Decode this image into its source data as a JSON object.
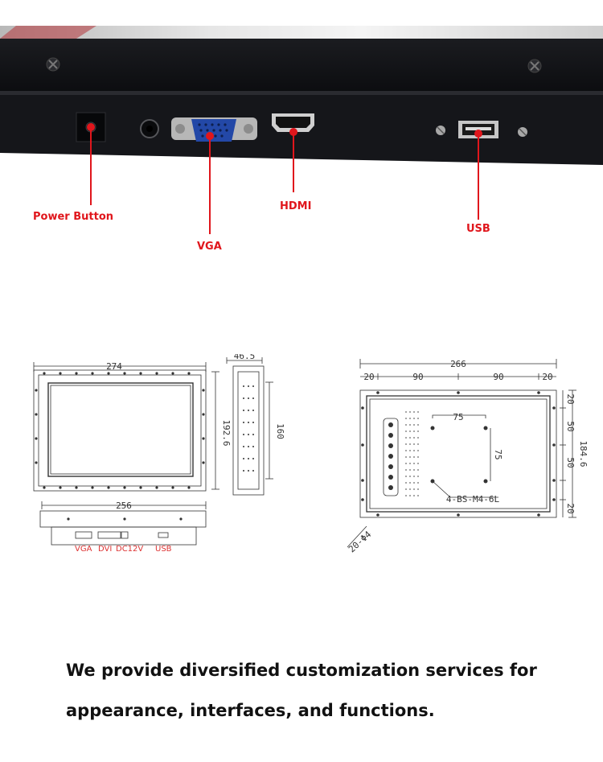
{
  "callouts": {
    "power": "Power Button",
    "vga": "VGA",
    "hdmi": "HDMI",
    "usb": "USB"
  },
  "front_drawing": {
    "width": "274",
    "height": "192.6",
    "depth": "46.5",
    "side_height": "160",
    "bottom_width": "256",
    "ports": [
      "VGA",
      "DVI",
      "DC12V",
      "USB"
    ]
  },
  "rear_drawing": {
    "total_width": "266",
    "seg_a": "20",
    "seg_b": "90",
    "seg_c": "90",
    "seg_d": "20",
    "vesa_h": "75",
    "vesa_v": "75",
    "screw_spec": "4-BS-M4-6L",
    "holes": "20-Φ4",
    "height": "184.6",
    "side_20_top": "20",
    "side_50_a": "50",
    "side_50_b": "50",
    "side_20_bottom": "20"
  },
  "slogan": {
    "line1": "We provide diversified customization services for",
    "line2": "appearance, interfaces, and functions."
  },
  "colors": {
    "accent": "#e0161c",
    "panel": "#101114"
  }
}
